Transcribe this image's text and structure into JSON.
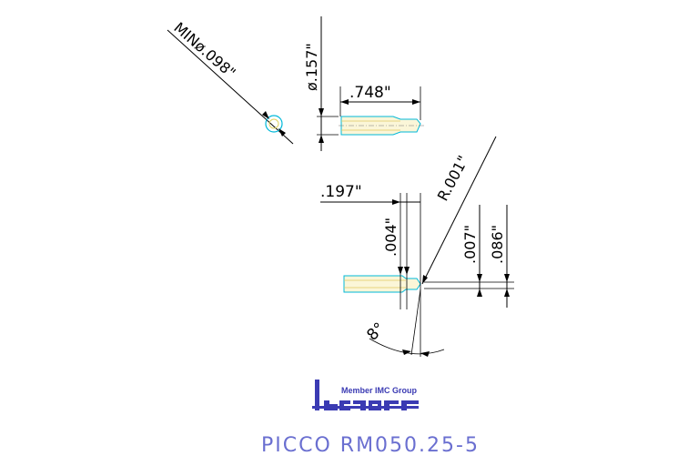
{
  "dimensions": {
    "min_hole_diameter": "MINø.098\"",
    "shank_diameter": "ø.157\"",
    "length": ".748\"",
    "offset": ".197\"",
    "corner_radius": "R.001\"",
    "width_a": ".004\"",
    "height_a": ".007\"",
    "height_b": ".086\"",
    "angle": "8°"
  },
  "logo": {
    "tagline": "Member IMC Group",
    "brand": "Iscar"
  },
  "part_title": "PICCO RM050.25-5",
  "colors": {
    "tool_outline": "#00b8d9",
    "tool_fill": "#f0e08a",
    "brand_blue": "#3b3bb3",
    "title_color": "#6a6fd0"
  }
}
